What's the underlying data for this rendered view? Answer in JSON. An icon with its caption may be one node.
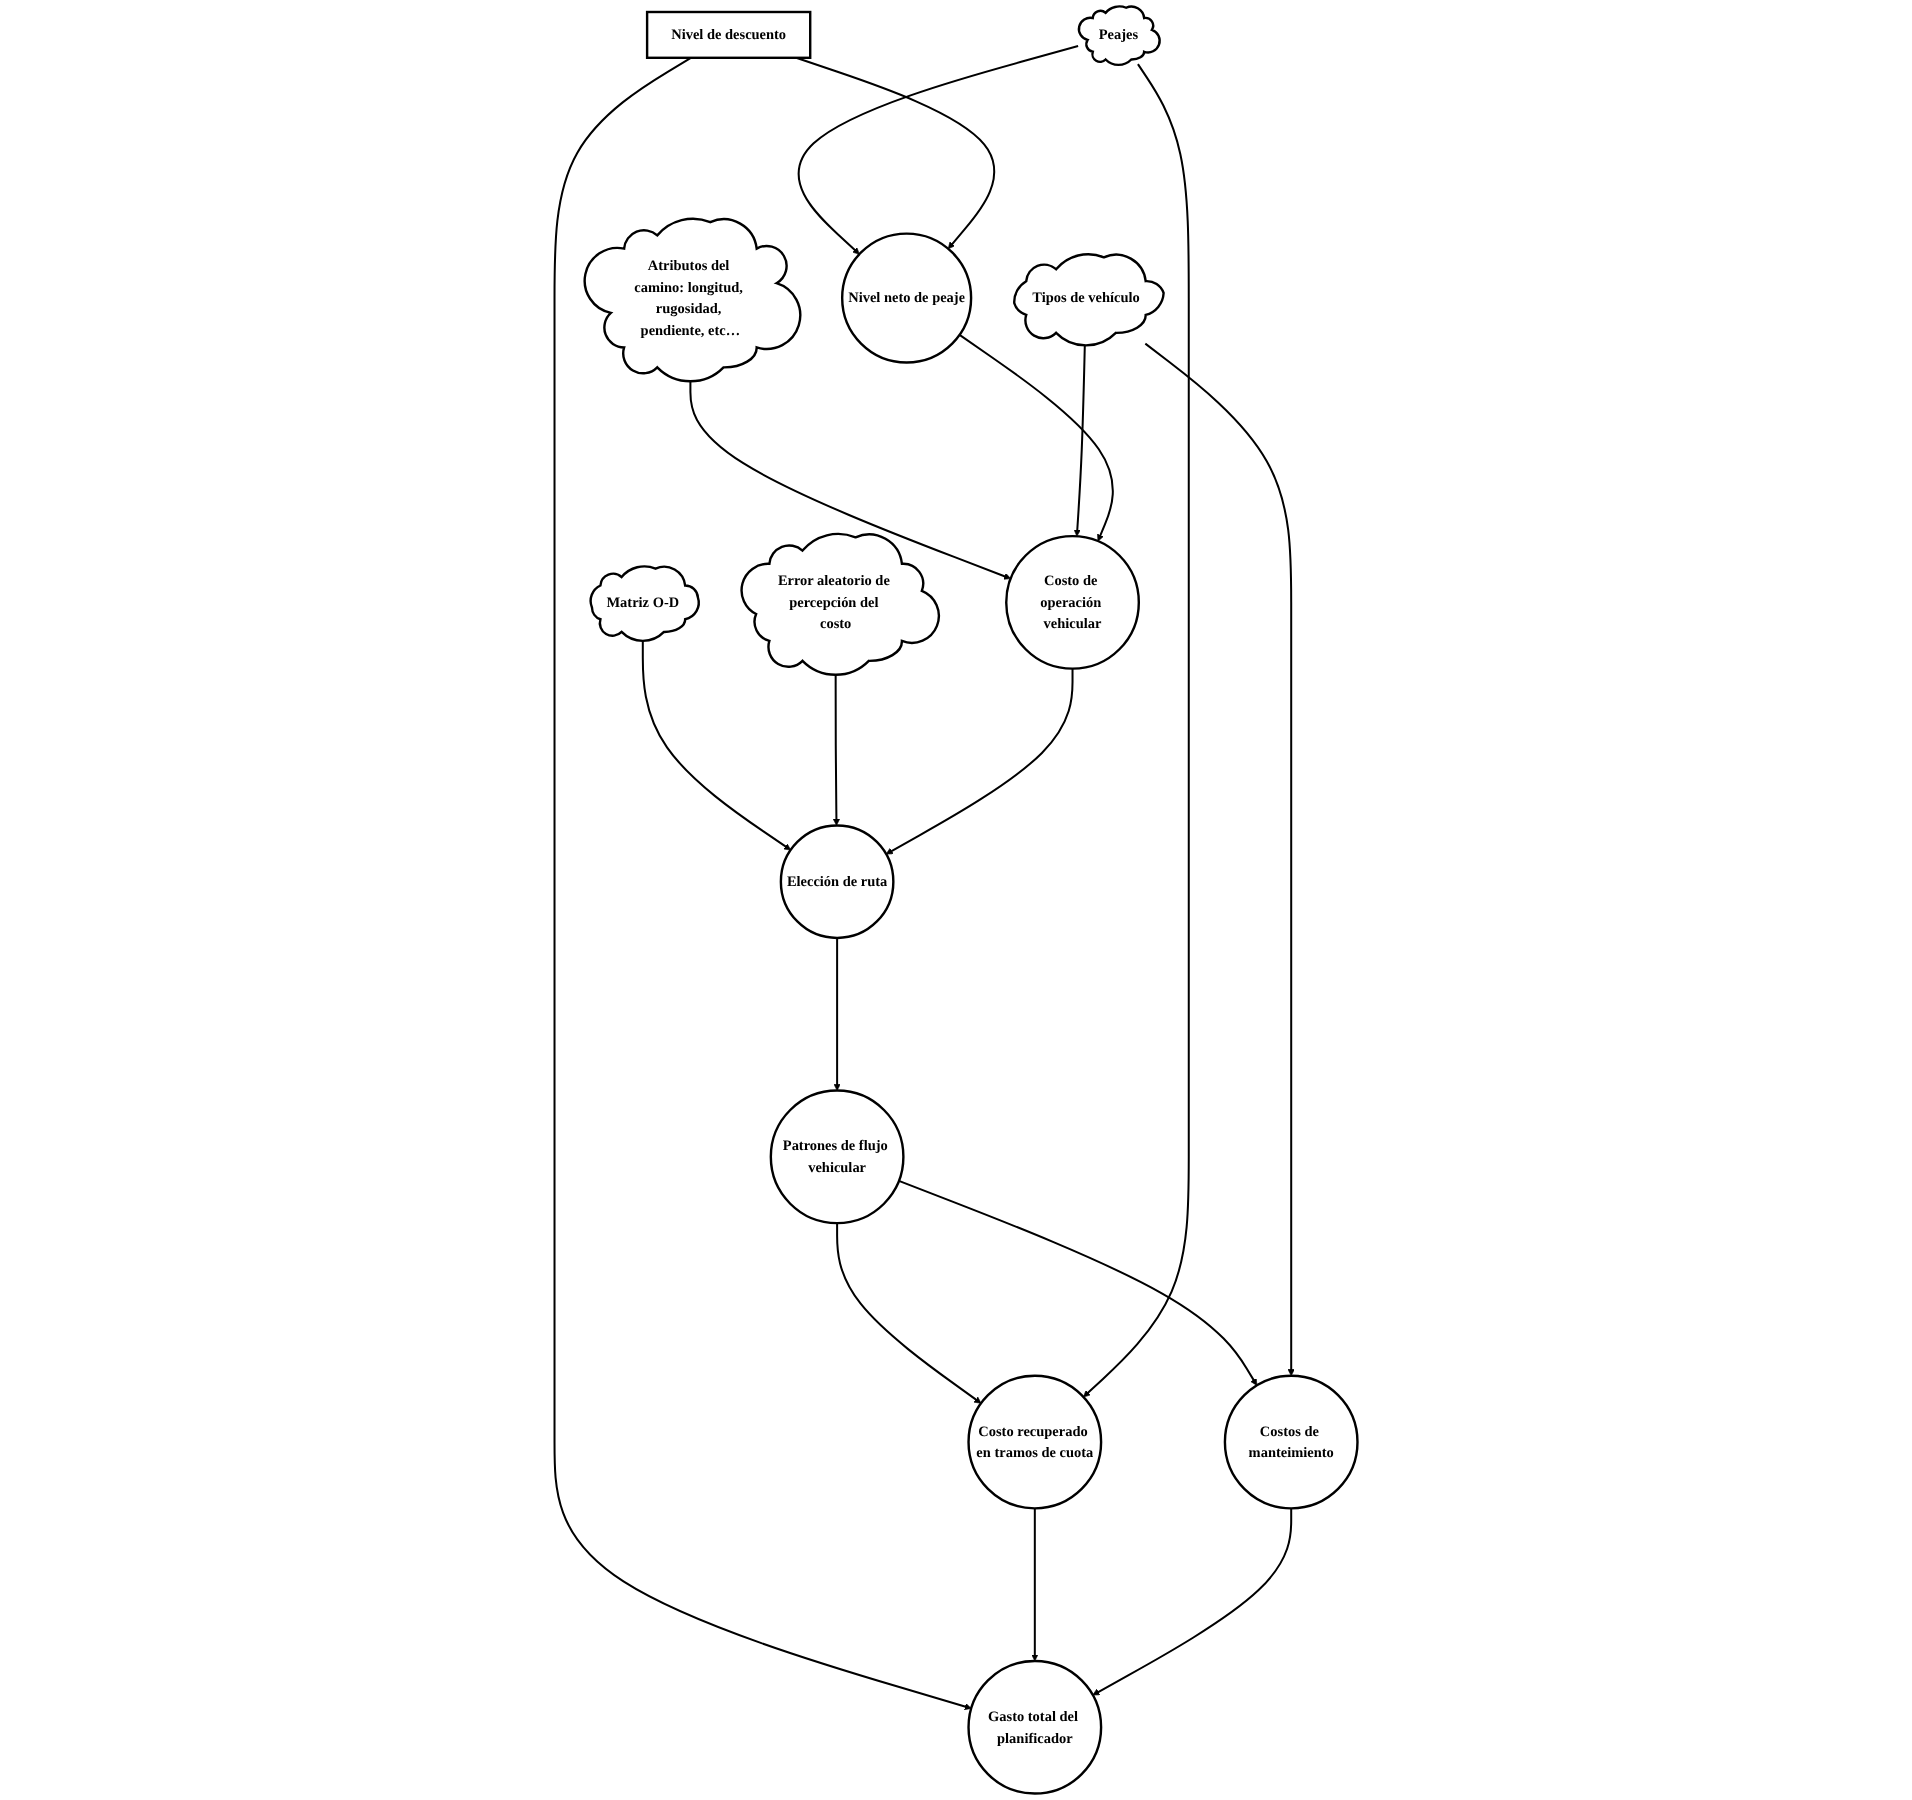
{
  "diagram": {
    "nodes": [
      {
        "text": [
          "Atributos del camino: longitud, rugosidad, pendiente, etc…"
        ]
      },
      {
        "text": [
          "Matriz O-D"
        ]
      },
      {
        "text": [
          "Error aleatorio de percepción del costo"
        ]
      },
      {
        "text": [
          "Costo de operación vehicular"
        ]
      },
      {
        "text": [
          "Elección de ruta"
        ]
      },
      {
        "text": [
          "Patrones de flujo vehicular"
        ]
      },
      {
        "text": [
          "Tipos de vehículo"
        ]
      },
      {
        "text": [
          "Nivel neto de peaje"
        ]
      },
      {
        "text": [
          "Peajes"
        ]
      },
      {
        "text": [
          "Costo recuperado en tramos de cuota"
        ]
      },
      {
        "text": [
          "Costos de manteimiento"
        ]
      },
      {
        "text": [
          "Nivel de descuento"
        ]
      },
      {
        "text": [
          "Gasto total del planificador"
        ]
      }
    ],
    "edges": [
      {
        "from": 0,
        "to": 3,
        "arrow": "to"
      },
      {
        "from": 1,
        "to": 4,
        "arrow": "to"
      },
      {
        "from": 2,
        "to": 4,
        "arrow": "to"
      },
      {
        "from": 3,
        "to": 4,
        "arrow": "to"
      },
      {
        "from": 4,
        "to": 5,
        "arrow": "to"
      },
      {
        "from": 6,
        "to": 3,
        "arrow": "to"
      },
      {
        "from": 5,
        "to": 9,
        "arrow": "to"
      },
      {
        "from": 5,
        "to": 10,
        "arrow": "to"
      },
      {
        "from": 6,
        "to": 10,
        "arrow": "to"
      },
      {
        "from": 7,
        "to": 3,
        "arrow": "to"
      },
      {
        "from": 8,
        "to": 7,
        "arrow": "to"
      },
      {
        "from": 8,
        "to": 9,
        "arrow": "to"
      },
      {
        "from": 11,
        "to": 7,
        "arrow": "to"
      },
      {
        "from": 11,
        "to": 12,
        "arrow": "to"
      },
      {
        "from": 9,
        "to": 12,
        "arrow": "to"
      },
      {
        "from": 10,
        "to": 12,
        "arrow": "to"
      }
    ]
  }
}
